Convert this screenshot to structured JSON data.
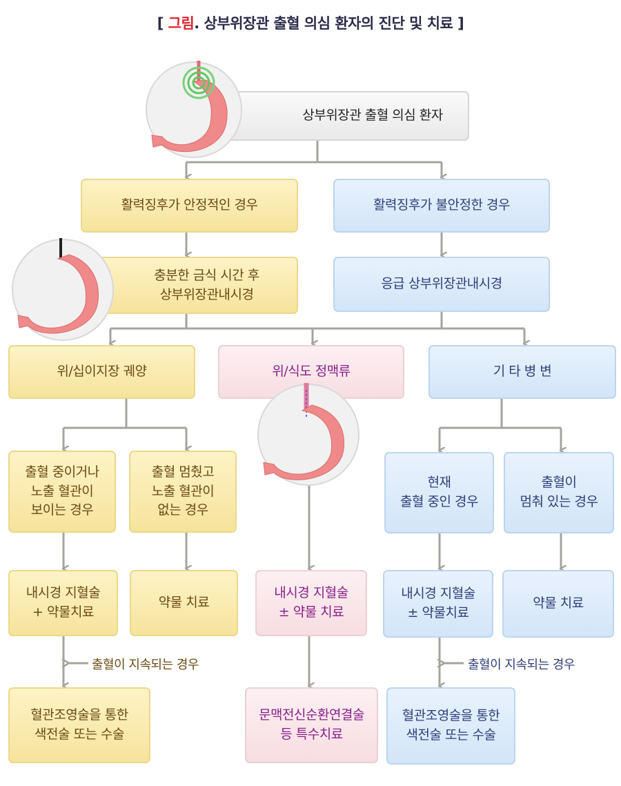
{
  "title": {
    "open": "[ ",
    "prefix": "그림",
    "rest": ". 상부위장관 출혈 의심 환자의 진단 및 치료 ]"
  },
  "nodes": {
    "start": "상부위장관 출혈 의심 환자",
    "stable": "활력징후가 안정적인 경우",
    "unstable": "활력징후가 불안정한 경우",
    "fasting_endoscopy": "충분한 금식 시간 후\n상부위장관내시경",
    "emergency_endoscopy": "응급 상부위장관내시경",
    "ulcer": "위/십이지장 궤양",
    "varices": "위/식도 정맥류",
    "other": "기 타 병 변",
    "ulcer_active": "출혈 중이거나\n노출 혈관이\n보이는 경우",
    "ulcer_stopped": "출혈 멈췄고\n노출 혈관이\n없는 경우",
    "other_active": "현재\n출혈 중인 경우",
    "other_stopped": "출혈이\n멈춰 있는 경우",
    "ulcer_endo_tx": "내시경 지혈술\n+ 약물치료",
    "ulcer_drug_tx": "약물 치료",
    "varices_endo_tx": "내시경 지혈술\n± 약물 치료",
    "other_endo_tx": "내시경 지혈술\n± 약물치료",
    "other_drug_tx": "약물 치료",
    "ulcer_final": "혈관조영술을 통한\n색전술 또는 수술",
    "varices_final": "문맥전신순환연결술\n등 특수치료",
    "other_final": "혈관조영술을 통한\n색전술 또는 수술"
  },
  "notes": {
    "left": "출혈이 지속되는 경우",
    "right": "출혈이 지속되는 경우"
  },
  "colors": {
    "line": "#a3a59c",
    "yellow_text": "#6b4a12",
    "blue_text": "#2f3f7a",
    "pink_text": "#8a1f8a",
    "title_red": "#d8262e"
  }
}
